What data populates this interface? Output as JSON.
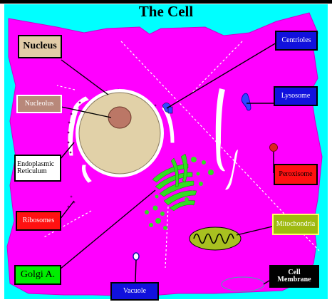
{
  "title": "The Cell",
  "labels": {
    "nucleus": "Nucleus",
    "nucleolus": "Nucleolus",
    "er": "Endoplasmic Reticulum",
    "ribosomes": "Ribosomes",
    "golgi": "Golgi A.",
    "centrioles": "Centrioles",
    "lysosome": "Lysosome",
    "peroxisome": "Peroxisome",
    "mitochondria": "Mitochondria",
    "vacuole": "Vacuole",
    "membrane": "Cell Membrane"
  },
  "colors": {
    "cytoplasm": "#ff00ff",
    "background": "#00ffff",
    "nucleus": "#e1d1a8",
    "nucleolus": "#bb7766",
    "golgi": "#33dd22",
    "mitochondria": "#a8c020",
    "lysosome": "#2f48ff",
    "peroxisome": "#dd2222",
    "label_blue": "#1111dd",
    "label_red": "#ff1111",
    "label_yellowgreen": "#9fba10",
    "label_green": "#00ee00",
    "label_tan": "#e2cca8",
    "label_brown": "#b8887a"
  }
}
